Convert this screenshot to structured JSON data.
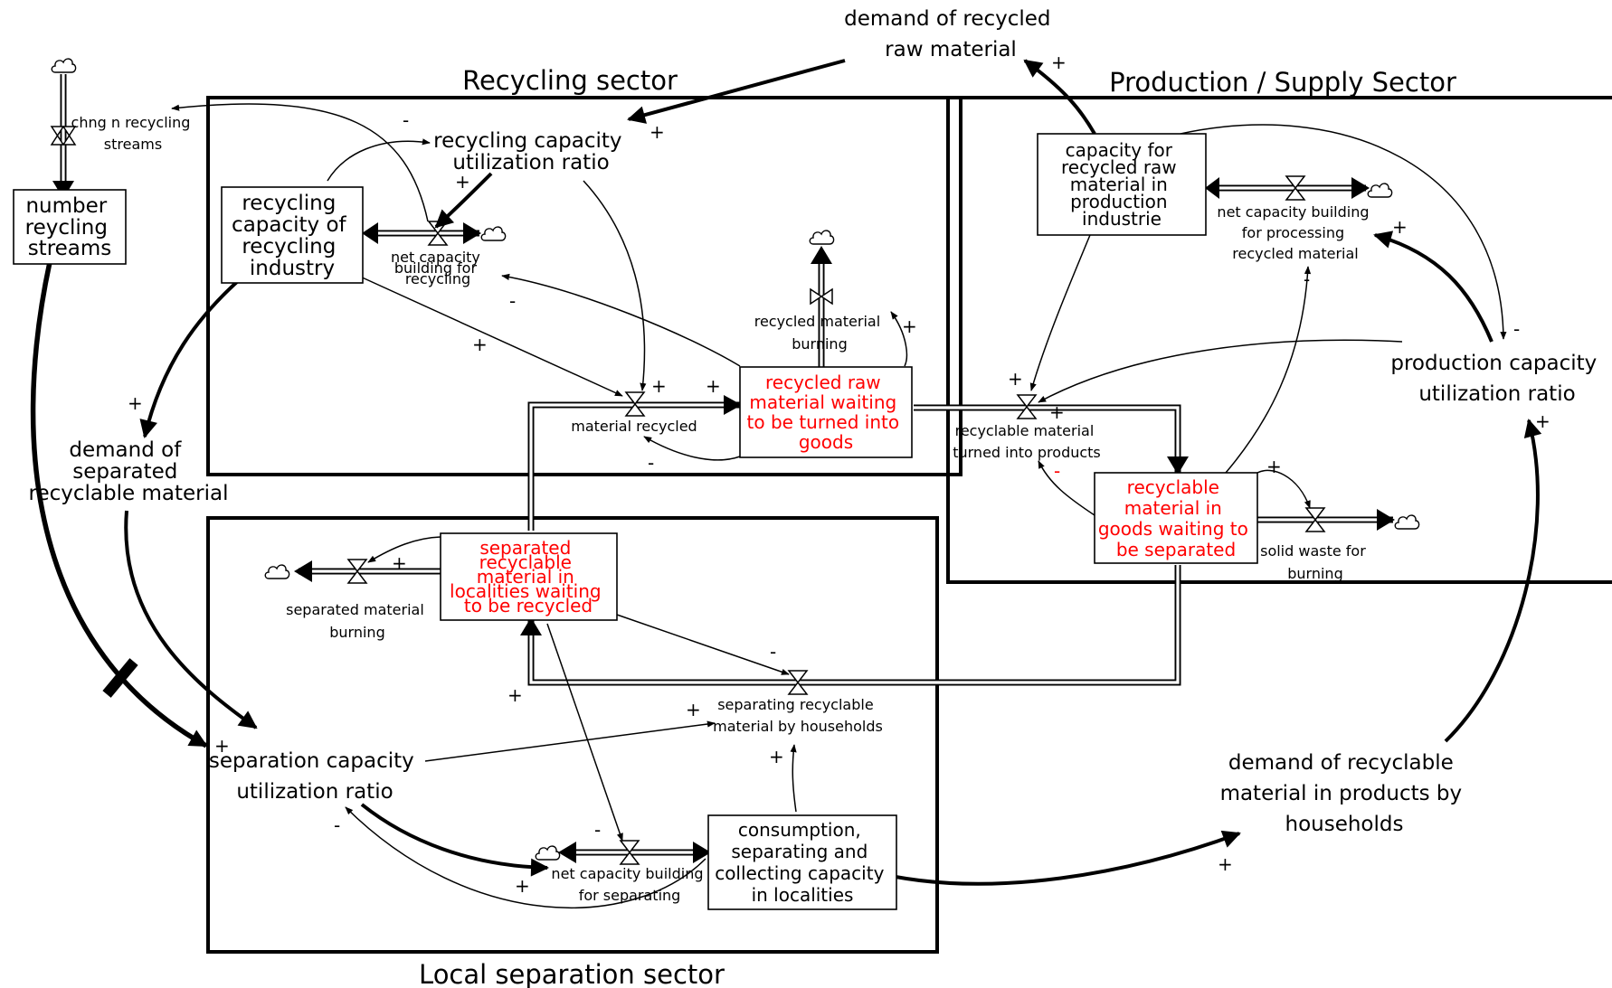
{
  "sectors": {
    "recycling": "Recycling sector",
    "production": "Production / Supply Sector",
    "local": "Local separation sector"
  },
  "stocks": {
    "number_recycling_streams": [
      "number",
      "reycling",
      "streams"
    ],
    "recycling_capacity": [
      "recycling",
      "capacity of",
      "recycling",
      "industry"
    ],
    "capacity_recycled_raw": [
      "capacity for",
      "recycled raw",
      "material in",
      "production",
      "industrie"
    ],
    "recycled_raw_waiting": [
      "recycled raw",
      "material waiting",
      "to be turned into",
      "goods"
    ],
    "recyclable_in_goods": [
      "recyclable",
      "material in",
      "goods waiting to",
      "be separated"
    ],
    "separated_in_localities": [
      "separated",
      "recyclable",
      "material in",
      "localities waiting",
      "to be recycled"
    ],
    "consumption_capacity": [
      "consumption,",
      "separating and",
      "collecting capacity",
      "in localities"
    ]
  },
  "variables": {
    "demand_recycled_raw": [
      "demand of recycled",
      "raw material"
    ],
    "recycling_capacity_util": [
      "recycling capacity",
      "utilization ratio"
    ],
    "production_capacity_util": [
      "production capacity",
      "utilization ratio"
    ],
    "demand_separated": [
      "demand of",
      "separated",
      "recyclable material"
    ],
    "separation_capacity_util": [
      "separation capacity",
      "utilization ratio"
    ],
    "demand_recyclable_households": [
      "demand of recyclable",
      "material in products by",
      "households"
    ]
  },
  "flows": {
    "chng_recycling_streams": [
      "chng n recycling",
      "streams"
    ],
    "net_capacity_recycling": [
      "net capacity",
      "building for",
      "recycling"
    ],
    "recycled_material_burning": [
      "recycled material",
      "burning"
    ],
    "material_recycled": [
      "material recycled"
    ],
    "net_capacity_processing": [
      "net capacity building",
      "for processing",
      "recycled material"
    ],
    "recyclable_turned_into_products": [
      "recyclable material",
      "turned into products"
    ],
    "solid_waste_burning": [
      "solid waste for",
      "burning"
    ],
    "separated_material_burning": [
      "separated material",
      "burning"
    ],
    "separating_by_households": [
      "separating recyclable",
      "material by households"
    ],
    "net_capacity_separating": [
      "net capacity building",
      "for separating"
    ]
  },
  "signs": {
    "plus": "+",
    "minus": "-"
  },
  "colors": {
    "stock_highlight_text": "#ff0000",
    "default_text": "#000000"
  }
}
